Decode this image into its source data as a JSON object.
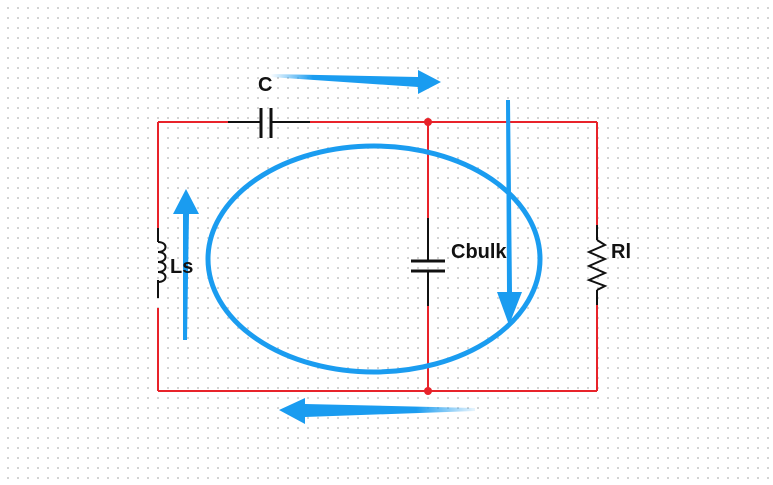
{
  "labels": {
    "capacitor_top": "C",
    "inductor": "Ls",
    "capacitor_bulk": "Cbulk",
    "resistor": "Rl"
  },
  "colors": {
    "wire": "#e8232a",
    "component": "#111111",
    "node": "#e8232a",
    "current_loop": "#1a9cf0",
    "arrow": "#1a9cf0",
    "grid_dot": "#c8c8c8"
  }
}
